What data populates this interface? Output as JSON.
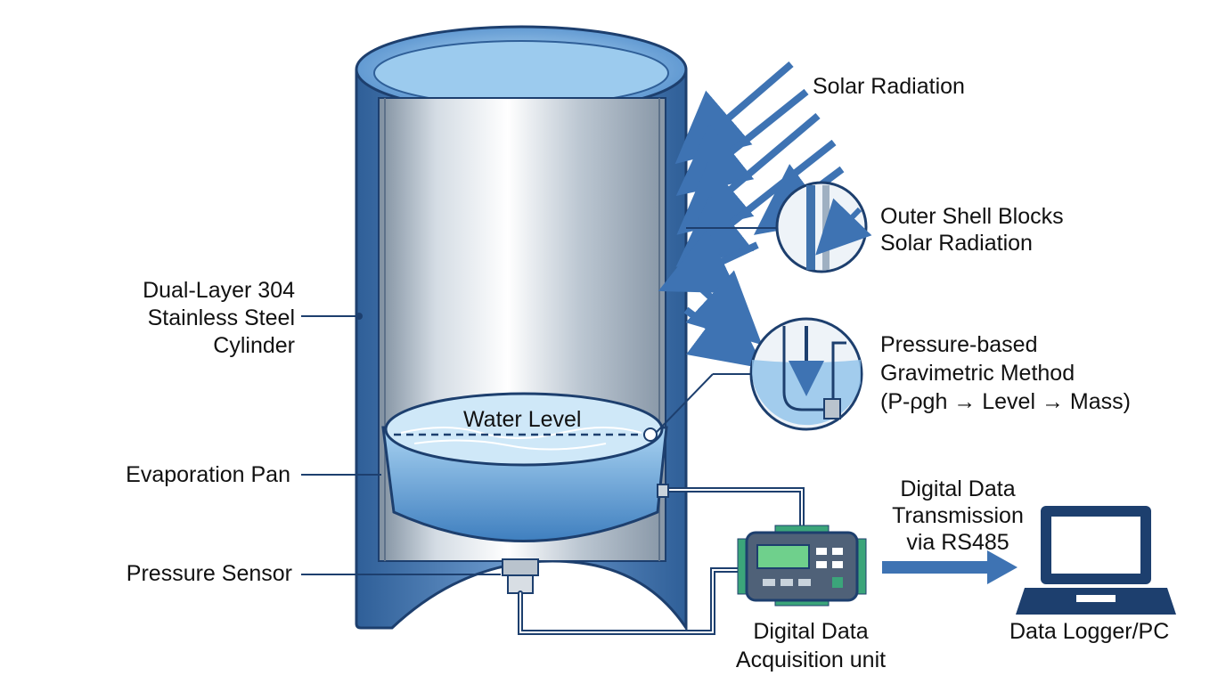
{
  "colors": {
    "navy": "#1d3f6e",
    "steel_blue": "#3f72ad",
    "water": "#5b9fd6",
    "arrow_blue": "#3e73b3",
    "background": "#ffffff"
  },
  "labels": {
    "solar_radiation": "Solar Radiation",
    "outer_shell_line1": "Outer Shell Blocks",
    "outer_shell_line2": "Solar Radiation",
    "pressure_method_line1": "Pressure-based",
    "pressure_method_line2": "Gravimetric Method",
    "pressure_method_line3": "(P-ρgh → Level → Mass)",
    "cylinder_line1": "Dual-Layer 304",
    "cylinder_line2": "Stainless Steel",
    "cylinder_line3": "Cylinder",
    "water_level": "Water Level",
    "evaporation_pan": "Evaporation Pan",
    "pressure_sensor": "Pressure Sensor",
    "transmission_line1": "Digital Data",
    "transmission_line2": "Transmission",
    "transmission_line3": "via RS485",
    "daq_line1": "Digital Data",
    "daq_line2": "Acquisition unit",
    "logger": "Data Logger/PC"
  },
  "icons": [
    "solar-ray-arrow",
    "magnifier-circle",
    "data-acquisition-unit",
    "laptop-icon",
    "transmission-arrow",
    "pressure-sensor"
  ]
}
